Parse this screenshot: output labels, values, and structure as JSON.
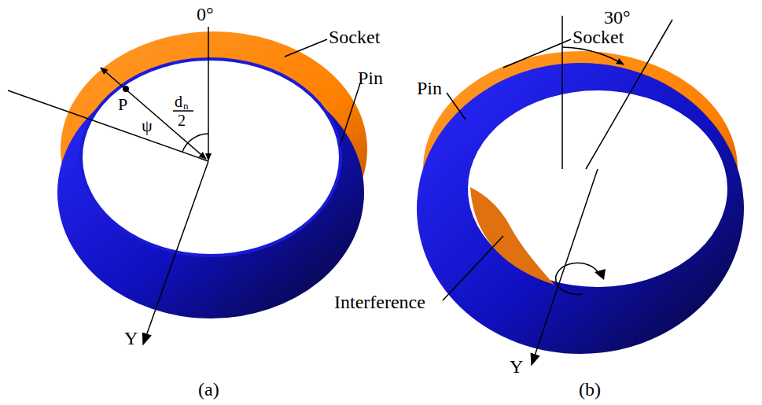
{
  "diagram": {
    "labels": [
      "0°",
      "Socket",
      "Pin",
      "P",
      "d",
      "n",
      "2",
      "ψ",
      "Y",
      "30°",
      "Socket",
      "Pin",
      "Interference",
      "Y",
      "(a)",
      "(b)"
    ]
  }
}
